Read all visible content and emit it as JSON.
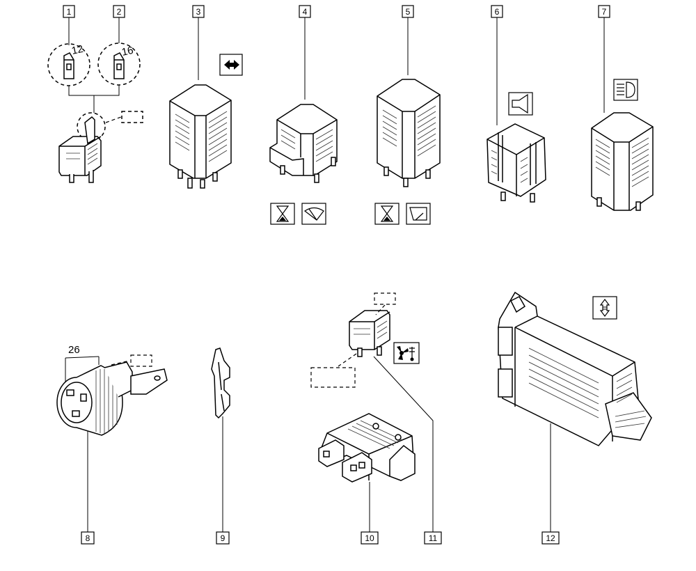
{
  "callouts": [
    {
      "label": "1"
    },
    {
      "label": "2"
    },
    {
      "label": "3"
    },
    {
      "label": "4"
    },
    {
      "label": "5"
    },
    {
      "label": "6"
    },
    {
      "label": "7"
    },
    {
      "label": "8"
    },
    {
      "label": "9"
    },
    {
      "label": "10"
    },
    {
      "label": "11"
    },
    {
      "label": "12"
    }
  ],
  "detail_labels": {
    "terminal_a": "12",
    "terminal_b": "16"
  },
  "dimension": {
    "value": "26"
  },
  "symbols": [
    "hazard-arrows-icon",
    "timer-icon",
    "wiper-icon",
    "timer-icon",
    "rear-wiper-icon",
    "horn-icon",
    "headlamp-icon",
    "fan-temperature-icon",
    "window-up-down-icon"
  ]
}
